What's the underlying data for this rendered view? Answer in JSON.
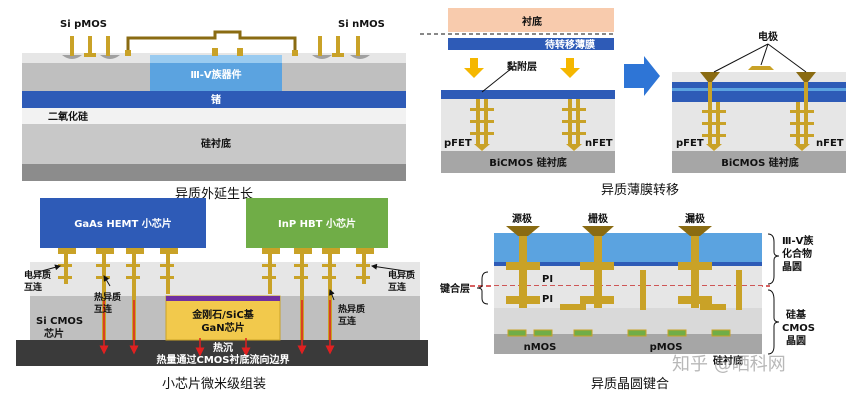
{
  "colors": {
    "gold": "#C9A227",
    "gold_dark": "#8A6B12",
    "blue": "#2E5BB7",
    "blue_light": "#5BA3E0",
    "green": "#70AD47",
    "gray_light": "#E6E6E6",
    "gray_mid": "#BFBFBF",
    "gray_dark": "#8C8C8C",
    "heat_sink": "#3A3A3A",
    "substrate_top": "#F8CBAD",
    "arrow_orange": "#F5B700",
    "arrow_red": "#E02020",
    "purple": "#7030A0",
    "gaas_fill": "#F2C94C"
  },
  "panel1": {
    "caption": "异质外延生长",
    "pmos": "Si pMOS",
    "nmos": "Si nMOS",
    "device": "Ⅲ-Ⅴ族器件",
    "ge": "锗",
    "sio2": "二氧化硅",
    "substrate": "硅衬底"
  },
  "panel2": {
    "caption": "异质薄膜转移",
    "substrate": "衬底",
    "film": "待转移薄膜",
    "adhesion": "黏附层",
    "electrode": "电极",
    "pfet": "pFET",
    "nfet": "nFET",
    "bicmos": "BiCMOS 硅衬底"
  },
  "panel3": {
    "caption": "小芯片微米级组装",
    "gaas": "GaAs HEMT 小芯片",
    "inp": "InP HBT 小芯片",
    "elec_line1": "电异质",
    "elec_line2": "互连",
    "heat_line1": "热异质",
    "heat_line2": "互连",
    "sicmos_line1": "Si CMOS",
    "sicmos_line2": "芯片",
    "gan_line1": "金刚石/SiC基",
    "gan_line2": "GaN芯片",
    "heatsink": "热沉",
    "heatflow": "热量通过CMOS衬底流向边界"
  },
  "panel4": {
    "caption": "异质晶圆键合",
    "source": "源极",
    "gate": "栅极",
    "drain": "漏极",
    "iiiv_line1": "Ⅲ-Ⅴ族",
    "iiiv_line2": "化合物",
    "iiiv_line3": "晶圆",
    "bond_layer": "键合层",
    "pi_top": "PI",
    "pi_bottom": "PI",
    "si_line1": "硅基",
    "si_line2": "CMOS",
    "si_line3": "晶圆",
    "nmos": "nMOS",
    "pmos": "pMOS",
    "substrate": "硅衬底"
  },
  "watermark": "知乎 @晒科网"
}
